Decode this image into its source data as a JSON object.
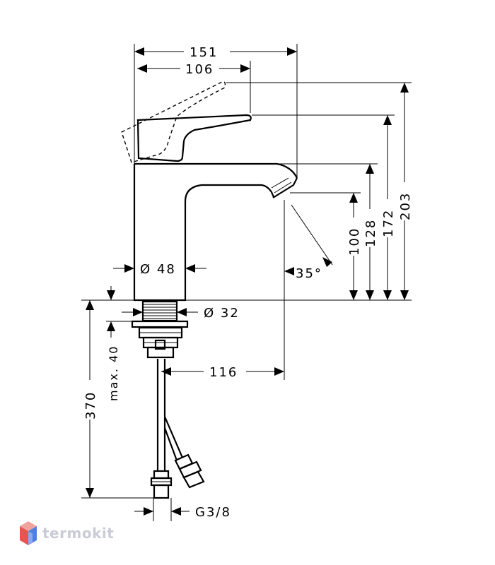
{
  "dimensions": {
    "width_total": "151",
    "width_lever": "106",
    "height_203": "203",
    "height_172": "172",
    "height_128": "128",
    "height_100": "100",
    "spout_angle": "35°",
    "body_diameter": "Ø 48",
    "shank_diameter": "Ø 32",
    "spout_reach": "116",
    "hose_length": "370",
    "max_thickness": "max. 40",
    "connection_thread": "G3/8"
  },
  "watermark": {
    "brand": "termokit",
    "logo_colors": [
      "#e8554e",
      "#4e7fe0"
    ]
  }
}
